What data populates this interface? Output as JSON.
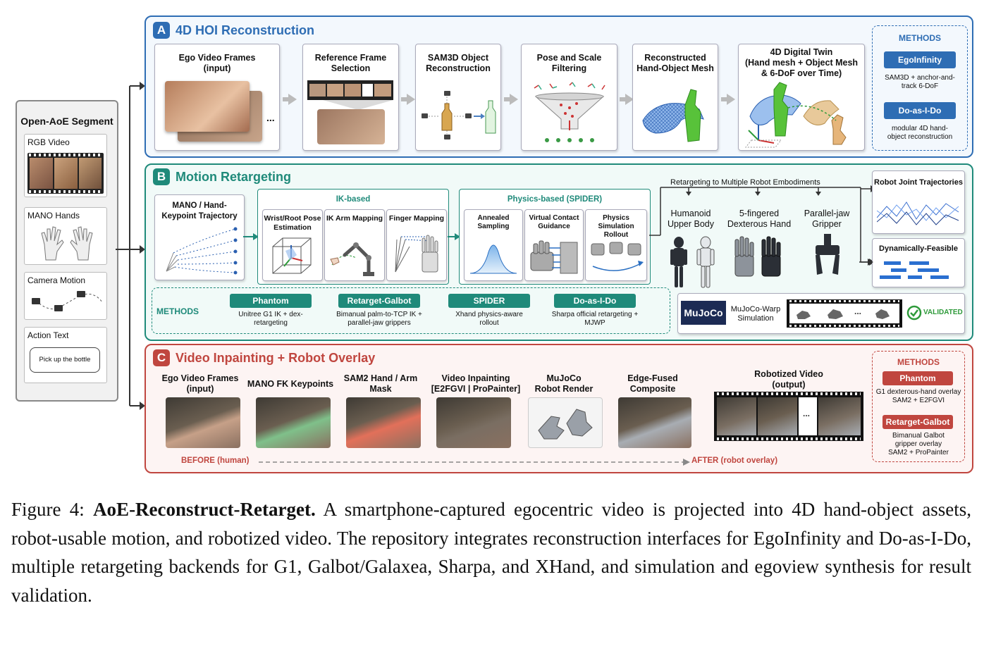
{
  "left_panel": {
    "title": "Open-AoE Segment",
    "items": [
      {
        "label": "RGB Video"
      },
      {
        "label": "MANO Hands"
      },
      {
        "label": "Camera Motion"
      },
      {
        "label": "Action Text",
        "bubble": "Pick up the bottle"
      }
    ]
  },
  "panel_a": {
    "letter": "A",
    "title": "4D HOI Reconstruction",
    "cards": [
      {
        "title": "Ego Video Frames\n(input)",
        "ellipsis": "..."
      },
      {
        "title": "Reference Frame\nSelection"
      },
      {
        "title": "SAM3D Object\nReconstruction"
      },
      {
        "title": "Pose and Scale\nFiltering"
      },
      {
        "title": "Reconstructed\nHand-Object Mesh"
      },
      {
        "title": "4D Digital Twin\n(Hand mesh + Object Mesh\n& 6-DoF over Time)"
      }
    ],
    "methods": {
      "header": "METHODS",
      "items": [
        {
          "name": "EgoInfinity",
          "desc": "SAM3D + anchor-and-\ntrack 6-DoF"
        },
        {
          "name": "Do-as-I-Do",
          "desc": "modular 4D hand-\nobject reconstruction"
        }
      ]
    }
  },
  "panel_b": {
    "letter": "B",
    "title": "Motion Retargeting",
    "input_card": "MANO / Hand-\nKeypoint Trajectory",
    "ik_group": {
      "label": "IK-based",
      "cards": [
        "Wrist/Root Pose\nEstimation",
        "IK Arm Mapping",
        "Finger Mapping"
      ]
    },
    "physics_group": {
      "label": "Physics-based (SPIDER)",
      "cards": [
        "Annealed\nSampling",
        "Virtual Contact\nGuidance",
        "Physics\nSimulation Rollout"
      ]
    },
    "embodiments": {
      "header": "Retargeting to Multiple Robot Embodiments",
      "items": [
        "Humanoid\nUpper Body",
        "5-fingered\nDexterous Hand",
        "Parallel-jaw\nGripper"
      ]
    },
    "outputs": [
      "Robot Joint Trajectories",
      "Dynamically-Feasible"
    ],
    "methods": {
      "header": "METHODS",
      "items": [
        {
          "name": "Phantom",
          "desc": "Unitree G1 IK + dex-\nretargeting"
        },
        {
          "name": "Retarget-Galbot",
          "desc": "Bimanual palm-to-TCP IK +\nparallel-jaw grippers"
        },
        {
          "name": "SPIDER",
          "desc": "Xhand physics-aware\nrollout"
        },
        {
          "name": "Do-as-I-Do",
          "desc": "Sharpa official retargeting +\nMJWP"
        }
      ]
    },
    "sim": {
      "logo": "MuJoCo",
      "label": "MuJoCo-Warp\nSimulation",
      "ellipsis": "...",
      "status": "VALIDATED"
    }
  },
  "panel_c": {
    "letter": "C",
    "title": "Video Inpainting + Robot Overlay",
    "cards": [
      "Ego Video Frames\n(input)",
      "MANO FK Keypoints",
      "SAM2 Hand / Arm\nMask",
      "Video Inpainting\n[E2FGVI | ProPainter]",
      "MuJoCo\nRobot Render",
      "Edge-Fused\nComposite"
    ],
    "output": {
      "title": "Robotized Video\n(output)",
      "ellipsis": "..."
    },
    "before": "BEFORE (human)",
    "after": "AFTER (robot overlay)",
    "methods": {
      "header": "METHODS",
      "items": [
        {
          "name": "Phantom",
          "desc": "G1 dexterous-hand overlay\nSAM2 + E2FGVI"
        },
        {
          "name": "Retarget-Galbot",
          "desc": "Bimanual Galbot\ngripper overlay\nSAM2 + ProPainter"
        }
      ]
    }
  },
  "caption": {
    "prefix": "Figure 4: ",
    "bold": "AoE-Reconstruct-Retarget.",
    "text": " A smartphone-captured egocentric video is projected into 4D hand-object assets, robot-usable motion, and robotized video. The repository integrates reconstruction interfaces for EgoInfinity and Do-as-I-Do, multiple retargeting backends for G1, Galbot/Galaxea, Sharpa, and XHand, and simulation and egoview synthesis for result validation."
  },
  "colors": {
    "blue": "#2e6db4",
    "teal": "#1f8a7a",
    "red": "#c0463f",
    "green_check": "#2e9a3a"
  }
}
